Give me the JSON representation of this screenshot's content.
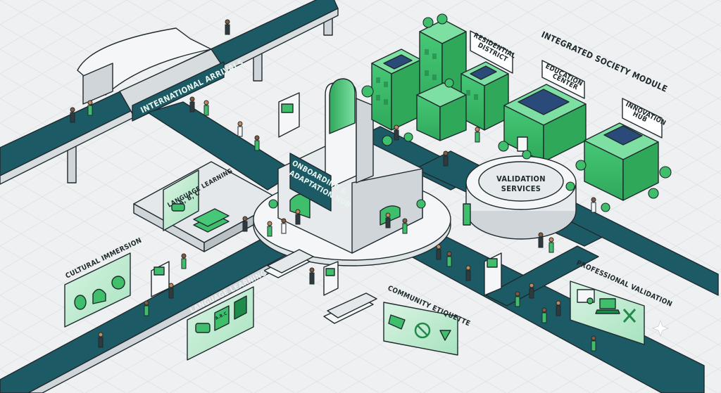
{
  "title": "INTEGRATED SOCIETY MODULE",
  "labels": {
    "international_arrivals": "INTERNATIONAL ARRIVALS",
    "hub_line1": "ONBOARDING &",
    "hub_line2": "ADAPTATION HUB",
    "residential_line1": "RESIDENTIAL",
    "residential_line2": "DISTRICT",
    "education_line1": "EDUCATION",
    "education_line2": "CENTER",
    "innovation_line1": "INNOVATION",
    "innovation_line2": "HUB",
    "validation_line1": "VALIDATION",
    "validation_line2": "SERVICES",
    "language_learning_sign": "LANGUAGE LEARNING",
    "abc_sign": "A, B, C",
    "cultural_immersion": "CULTURAL IMMERSION",
    "language_learning_path": "LANGUAGE LEARNING",
    "community_etiquette": "COMMUNITY ETIQUETTE",
    "professional_validation": "PROFESSIONAL VALIDATION",
    "abc_book": "A.B.C"
  },
  "icons": [
    "theater-masks-icon",
    "viking-helmet-icon",
    "globe-icon",
    "speech-bubbles-icon",
    "book-icon",
    "handshake-icon",
    "no-littering-icon",
    "recycle-icon",
    "certificate-icon",
    "laptop-icon",
    "tools-icon",
    "solar-panel-icon",
    "kiosk-icon"
  ],
  "colors": {
    "green": "#3fbf6b",
    "green_dark": "#1f8a4a",
    "teal_road": "#1c5b66",
    "white_structure": "#f4f6f7",
    "grey_structure": "#cfd5d8",
    "background": "#eef0f1"
  }
}
